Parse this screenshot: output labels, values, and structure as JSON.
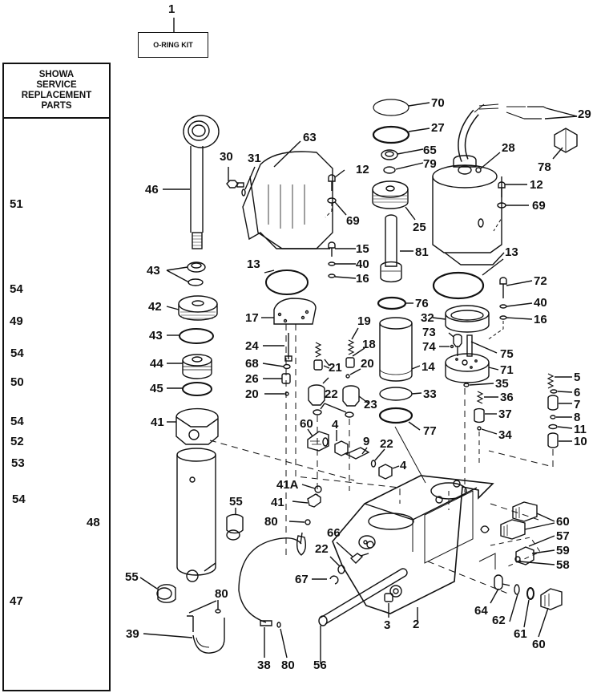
{
  "diagram": {
    "title_callout": {
      "number": "1",
      "label": "O-RING KIT"
    },
    "showa_panel": {
      "heading_lines": [
        "SHOWA",
        "SERVICE",
        "REPLACEMENT",
        "PARTS"
      ],
      "callouts": [
        "51",
        "54",
        "49",
        "54",
        "50",
        "54",
        "52",
        "53",
        "54",
        "48",
        "47"
      ]
    },
    "callouts": [
      {
        "id": "c30",
        "text": "30"
      },
      {
        "id": "c31",
        "text": "31"
      },
      {
        "id": "c46",
        "text": "46"
      },
      {
        "id": "c43a",
        "text": "43"
      },
      {
        "id": "c42",
        "text": "42"
      },
      {
        "id": "c43b",
        "text": "43"
      },
      {
        "id": "c44",
        "text": "44"
      },
      {
        "id": "c45",
        "text": "45"
      },
      {
        "id": "c41",
        "text": "41"
      },
      {
        "id": "c55a",
        "text": "55"
      },
      {
        "id": "c55b",
        "text": "55"
      },
      {
        "id": "c80a",
        "text": "80"
      },
      {
        "id": "c39",
        "text": "39"
      },
      {
        "id": "c38",
        "text": "38"
      },
      {
        "id": "c80b",
        "text": "80"
      },
      {
        "id": "c63",
        "text": "63"
      },
      {
        "id": "c12a",
        "text": "12"
      },
      {
        "id": "c69a",
        "text": "69"
      },
      {
        "id": "c15",
        "text": "15"
      },
      {
        "id": "c40a",
        "text": "40"
      },
      {
        "id": "c16a",
        "text": "16"
      },
      {
        "id": "c13a",
        "text": "13"
      },
      {
        "id": "c17",
        "text": "17"
      },
      {
        "id": "c24",
        "text": "24"
      },
      {
        "id": "c68",
        "text": "68"
      },
      {
        "id": "c26",
        "text": "26"
      },
      {
        "id": "c20a",
        "text": "20"
      },
      {
        "id": "c19",
        "text": "19"
      },
      {
        "id": "c18",
        "text": "18"
      },
      {
        "id": "c21",
        "text": "21"
      },
      {
        "id": "c20b",
        "text": "20"
      },
      {
        "id": "c22a",
        "text": "22"
      },
      {
        "id": "c23",
        "text": "23"
      },
      {
        "id": "c60a",
        "text": "60"
      },
      {
        "id": "c4a",
        "text": "4"
      },
      {
        "id": "c9",
        "text": "9"
      },
      {
        "id": "c22b",
        "text": "22"
      },
      {
        "id": "c4b",
        "text": "4"
      },
      {
        "id": "c41A",
        "text": "41A"
      },
      {
        "id": "c41b",
        "text": "41"
      },
      {
        "id": "c80c",
        "text": "80"
      },
      {
        "id": "c66",
        "text": "66"
      },
      {
        "id": "c22c",
        "text": "22"
      },
      {
        "id": "c67",
        "text": "67"
      },
      {
        "id": "c3",
        "text": "3"
      },
      {
        "id": "c2",
        "text": "2"
      },
      {
        "id": "c56",
        "text": "56"
      },
      {
        "id": "c70",
        "text": "70"
      },
      {
        "id": "c27",
        "text": "27"
      },
      {
        "id": "c65",
        "text": "65"
      },
      {
        "id": "c79",
        "text": "79"
      },
      {
        "id": "c25",
        "text": "25"
      },
      {
        "id": "c81",
        "text": "81"
      },
      {
        "id": "c76",
        "text": "76"
      },
      {
        "id": "c14",
        "text": "14"
      },
      {
        "id": "c33",
        "text": "33"
      },
      {
        "id": "c77",
        "text": "77"
      },
      {
        "id": "c29",
        "text": "29"
      },
      {
        "id": "c78",
        "text": "78"
      },
      {
        "id": "c28",
        "text": "28"
      },
      {
        "id": "c12b",
        "text": "12"
      },
      {
        "id": "c69b",
        "text": "69"
      },
      {
        "id": "c13b",
        "text": "13"
      },
      {
        "id": "c72",
        "text": "72"
      },
      {
        "id": "c40b",
        "text": "40"
      },
      {
        "id": "c16b",
        "text": "16"
      },
      {
        "id": "c32",
        "text": "32"
      },
      {
        "id": "c73",
        "text": "73"
      },
      {
        "id": "c74",
        "text": "74"
      },
      {
        "id": "c75",
        "text": "75"
      },
      {
        "id": "c71",
        "text": "71"
      },
      {
        "id": "c35",
        "text": "35"
      },
      {
        "id": "c36",
        "text": "36"
      },
      {
        "id": "c37",
        "text": "37"
      },
      {
        "id": "c34",
        "text": "34"
      },
      {
        "id": "c5",
        "text": "5"
      },
      {
        "id": "c6",
        "text": "6"
      },
      {
        "id": "c7",
        "text": "7"
      },
      {
        "id": "c8",
        "text": "8"
      },
      {
        "id": "c11",
        "text": "11"
      },
      {
        "id": "c10",
        "text": "10"
      },
      {
        "id": "c60b",
        "text": "60"
      },
      {
        "id": "c57",
        "text": "57"
      },
      {
        "id": "c59",
        "text": "59"
      },
      {
        "id": "c58",
        "text": "58"
      },
      {
        "id": "c64",
        "text": "64"
      },
      {
        "id": "c62",
        "text": "62"
      },
      {
        "id": "c61",
        "text": "61"
      },
      {
        "id": "c60c",
        "text": "60"
      }
    ]
  }
}
